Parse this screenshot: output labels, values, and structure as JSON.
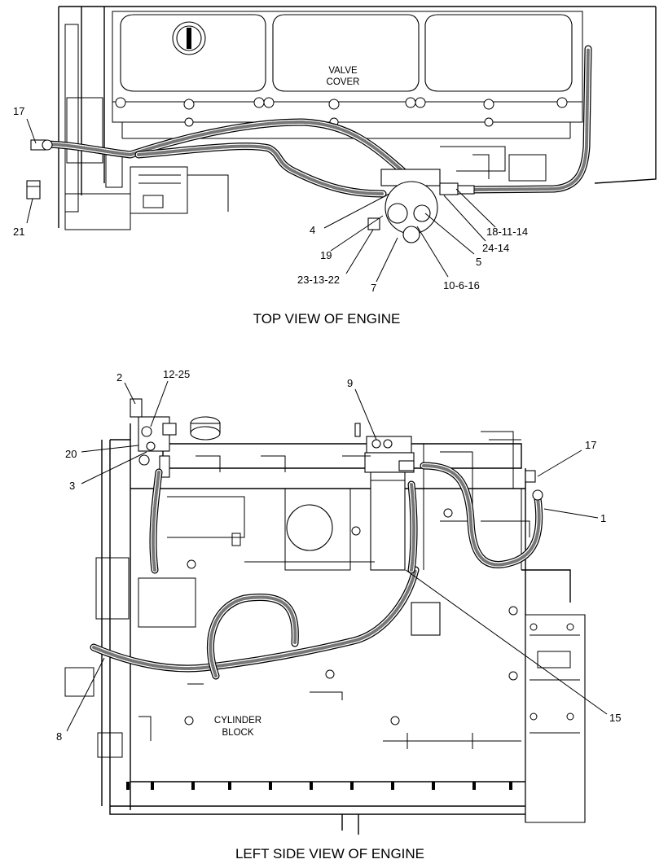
{
  "views": {
    "top_title": "TOP VIEW OF ENGINE",
    "side_title": "LEFT SIDE VIEW OF ENGINE"
  },
  "engine_labels": {
    "valve_cover_line1": "VALVE",
    "valve_cover_line2": "COVER",
    "cylinder_block_line1": "CYLINDER",
    "cylinder_block_line2": "BLOCK"
  },
  "top_callouts": {
    "c17": "17",
    "c21": "21",
    "c4": "4",
    "c19": "19",
    "c23_13_22": "23-13-22",
    "c7": "7",
    "c10_6_16": "10-6-16",
    "c5": "5",
    "c24_14": "24-14",
    "c18_11_14": "18-11-14"
  },
  "side_callouts": {
    "c2": "2",
    "c12_25": "12-25",
    "c20": "20",
    "c3": "3",
    "c9": "9",
    "c17": "17",
    "c1": "1",
    "c15": "15",
    "c8": "8"
  }
}
